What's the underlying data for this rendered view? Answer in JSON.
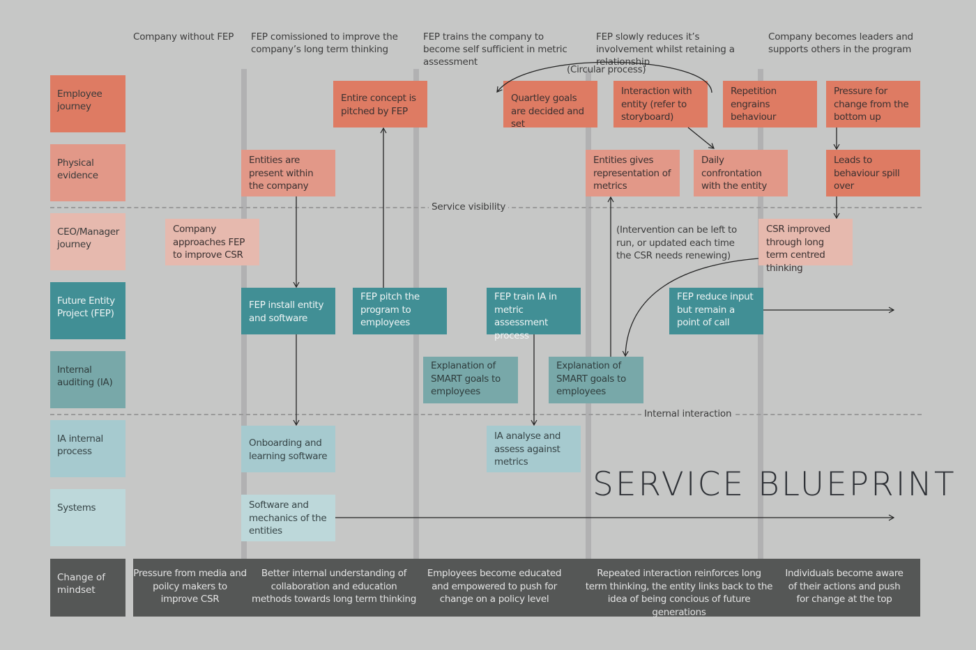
{
  "title": "SERVICE BLUEPRINT",
  "phases": [
    "Company without FEP",
    "FEP comissioned to improve the company’s long term thinking",
    "FEP trains the company to become self sufficient in metric assessment",
    "FEP slowly reduces it’s involvement whilst retaining a relationship",
    "Company becomes leaders and supports others in the program"
  ],
  "lanes": {
    "employee_journey": "Employee journey",
    "physical_evidence": "Physical evidence",
    "ceo_manager_journey": "CEO/Manager journey",
    "fep": "Future Entity Project (FEP)",
    "internal_auditing": "Internal auditing (IA)",
    "ia_internal_process": "IA internal process",
    "systems": "Systems",
    "change_of_mindset": "Change of mindset"
  },
  "dividers": {
    "service_visibility": "Service visibility",
    "internal_interaction": "Internal interaction"
  },
  "notes": {
    "circular_process": "(Circular process)",
    "intervention": "(Intervention can be left to run, or updated each time the CSR needs renewing)"
  },
  "cards": {
    "concept_pitched": "Entire concept is pitched by FEP",
    "quarterly_goals": "Quartley goals are decided and set",
    "interaction_entity": "Interaction with entity (refer to storyboard)",
    "repetition": "Repetition engrains behaviour",
    "pressure_bottom_up": "Pressure for change from the bottom up",
    "entities_present": "Entities are present within the company",
    "entities_metrics": "Entities gives representation of metrics",
    "daily_confrontation": "Daily confrontation with the entity",
    "behaviour_spill": "Leads to behaviour spill over",
    "company_approaches": "Company approaches FEP to improve CSR",
    "csr_improved": "CSR improved through long term centred thinking",
    "fep_install": "FEP install entity and software",
    "fep_pitch": "FEP pitch the program to employees",
    "fep_train": "FEP train IA in metric assessment process",
    "fep_reduce": "FEP reduce input but remain a point of call",
    "smart_goals_1": "Explanation of SMART goals to employees",
    "smart_goals_2": "Explanation of SMART goals to employees",
    "onboarding": "Onboarding and learning software",
    "ia_analyse": "IA analyse and assess against metrics",
    "software_mechanics": "Software and mechanics of the entities"
  },
  "mindset": [
    "Pressure from media and poilcy makers to improve CSR",
    "Better internal understanding of collaboration and education methods towards long term thinking",
    "Employees become educated and empowered to push for change on a policy level",
    "Repeated interaction reinforces long term thinking, the entity links back to the idea of being concious of future generations",
    "Individuals become aware of their actions and push for change at the top"
  ],
  "colors": {
    "background": "#c6c7c6",
    "employee": "#de7b63",
    "physical": "#e29888",
    "ceo": "#e6b9ae",
    "fep": "#418f95",
    "ia": "#78a8a9",
    "ia_process": "#a6cacf",
    "systems": "#bdd8da",
    "mindset": "#555756"
  }
}
